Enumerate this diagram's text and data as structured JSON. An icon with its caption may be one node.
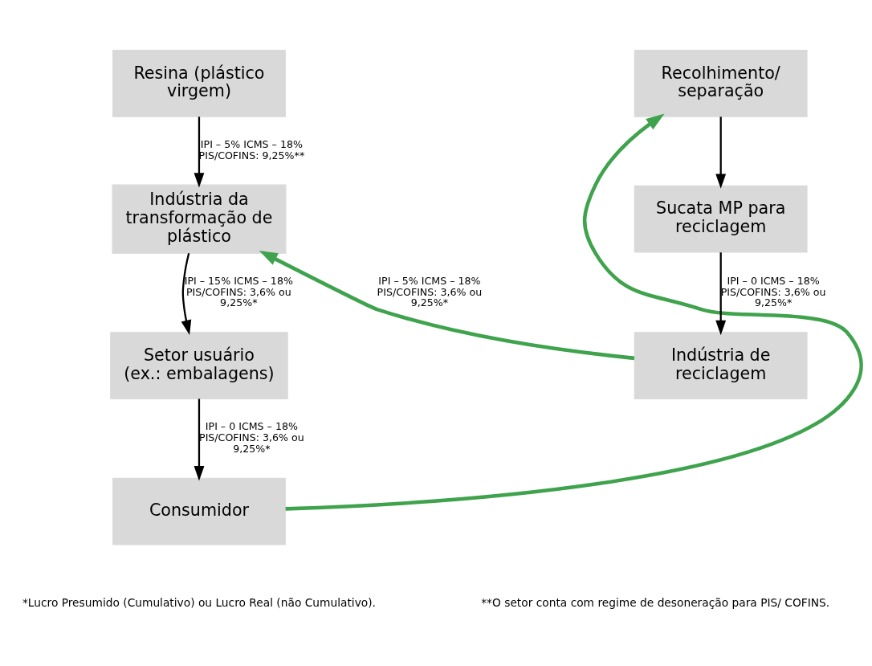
{
  "diagram": {
    "nodes": [
      {
        "text": [
          "Resina (plástico virgem)"
        ]
      },
      {
        "text": [
          "Indústria da transformação de plástico"
        ]
      },
      {
        "text": [
          "Setor usuário (ex.: embalagens)"
        ]
      },
      {
        "text": [
          "Consumidor"
        ]
      },
      {
        "text": [
          "Recolhimento/ separação"
        ]
      },
      {
        "text": [
          "Sucata MP para reciclagem"
        ]
      },
      {
        "text": [
          "Indústria de reciclagem"
        ]
      }
    ],
    "edges": [
      {
        "from": 0,
        "to": 1,
        "arrow": "to",
        "label": "IPI – 5% ICMS – 18% PIS/COFINS: 9,25%**"
      },
      {
        "from": 1,
        "to": 2,
        "arrow": "to",
        "label": "IPI – 15% ICMS – 18% PIS/COFINS: 3,6% ou 9,25%*"
      },
      {
        "from": 2,
        "to": 3,
        "arrow": "to",
        "label": "IPI – 0 ICMS – 18% PIS/COFINS: 3,6% ou 9,25%*"
      },
      {
        "from": 3,
        "to": 4,
        "arrow": "to",
        "style": "thick",
        "color": "#3fa34d"
      },
      {
        "from": 4,
        "to": 5,
        "arrow": "to"
      },
      {
        "from": 5,
        "to": 6,
        "arrow": "to",
        "label": "IPI – 0 ICMS – 18% PIS/COFINS: 3,6% ou 9,25%*"
      },
      {
        "from": 6,
        "to": 1,
        "arrow": "to",
        "style": "thick",
        "color": "#3fa34d",
        "label": "IPI – 5% ICMS – 18% PIS/COFINS: 3,6% ou 9,25%*"
      }
    ],
    "labels": [
      "*Lucro Presumido (Cumulativo) ou Lucro Real (não Cumulativo).",
      "**O setor conta com regime de desoneração para PIS/ COFINS."
    ]
  }
}
